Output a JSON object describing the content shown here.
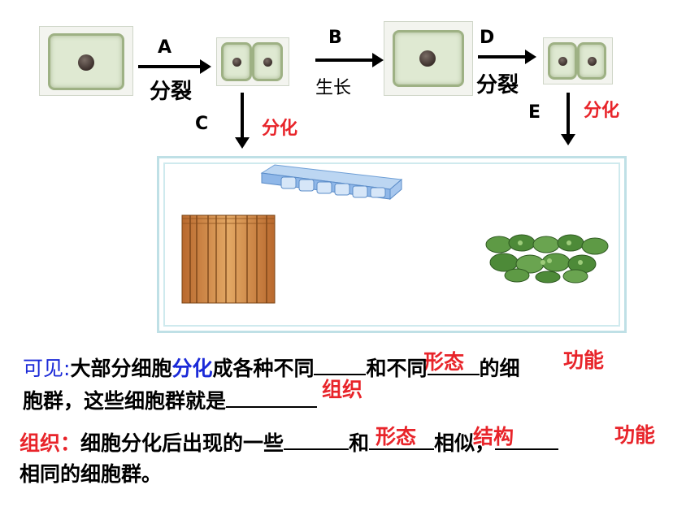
{
  "diagram": {
    "labels": {
      "a": "A",
      "b": "B",
      "c": "C",
      "d": "D",
      "e": "E"
    },
    "divide1": "分裂",
    "divide2": "分裂",
    "grow": "生长",
    "diff1": "分化",
    "diff2": "分化"
  },
  "line1": {
    "prefix": "可见:",
    "part1": "大部分细胞",
    "diff": "分化",
    "part2": "成各种不同",
    "part3": "和不同",
    "part4": "的细",
    "ans1": "形态",
    "ans2": "功能"
  },
  "line2": {
    "part1": "胞群，这些细胞群就是",
    "ans": "组织"
  },
  "line3": {
    "term": "组织：",
    "part1": "细胞",
    "diff": "分化",
    "part2": "后出现的一些",
    "part3": "和",
    "part4": "相似，",
    "ans1": "形态",
    "ans2": "结构",
    "ans3": "功能"
  },
  "line4": {
    "part1": "相同的",
    "part2": "细胞群",
    "part3": "。"
  },
  "colors": {
    "red": "#e8242a",
    "blue": "#1b2ad8",
    "cell_fill": "#dfe9d2",
    "cell_border": "#9eb184"
  }
}
